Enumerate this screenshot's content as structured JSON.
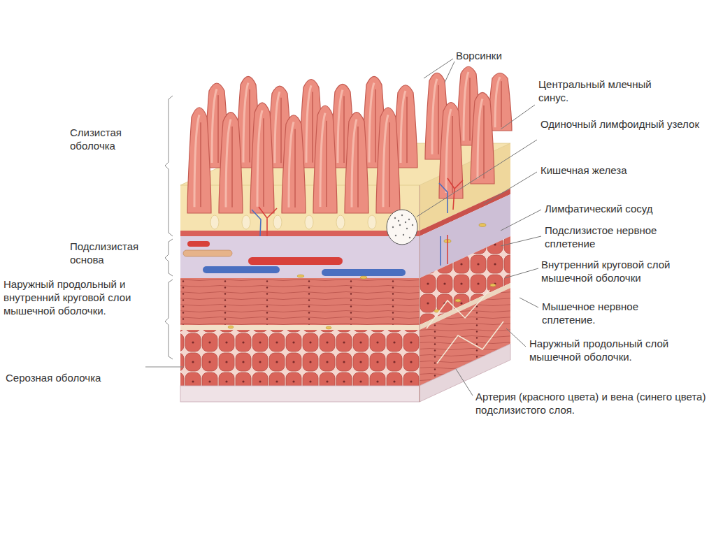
{
  "diagram": {
    "labels": [
      "Слизистая оболочка",
      "Подслизистая основа",
      "Наружный продольный и внутренний круговой слои мышечной оболочки.",
      "Серозная оболочка",
      "Ворсинки",
      "Центральный млечный синус.",
      "Одиночный лимфоидный узелок",
      "Кишечная железа",
      "Лимфатический сосуд",
      "Подслизистое нервное сплетение",
      "Внутренний круговой слой мышечной оболочки",
      "Мышечное нервное сплетение.",
      "Наружный продольный слой мышечной оболочки.",
      "Артерия (красного цвета) и вена (синего цвета) подслизистого слоя."
    ]
  }
}
